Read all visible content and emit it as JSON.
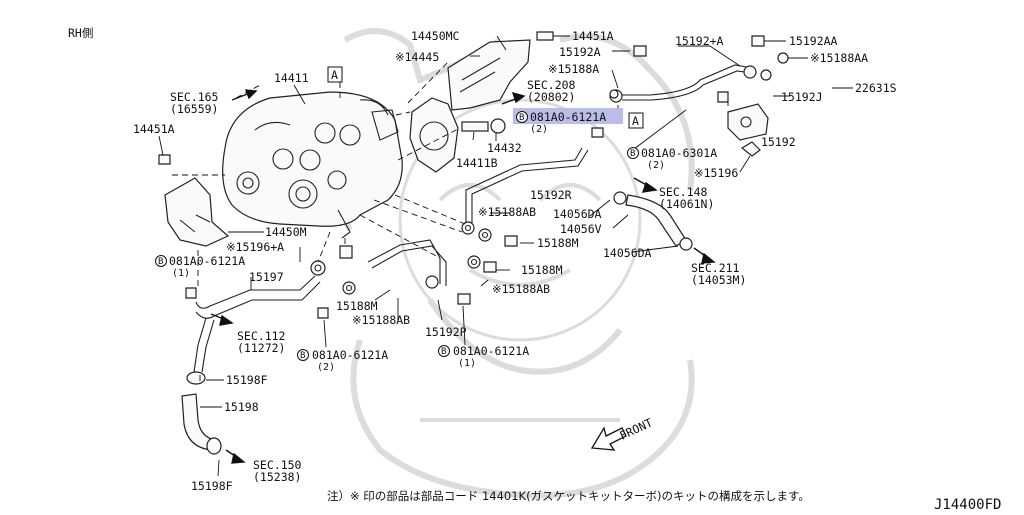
{
  "header": {
    "side": "RH側"
  },
  "ref_letters": {
    "a": "A",
    "b": "B"
  },
  "labels": {
    "p14450MC": "14450MC",
    "p14451A_top": "14451A",
    "p15192A": "15192A",
    "p15188A": "※15188A",
    "p15192pA": "15192+A",
    "p15192AA": "15192AA",
    "p15188AA": "※15188AA",
    "p22631S": "22631S",
    "p15192J": "15192J",
    "p14445": "※14445",
    "p14411": "14411",
    "sec208": "SEC.208",
    "sec208n": "(20802)",
    "hl_code": "081A0-6121A",
    "hl_qty": "(2)",
    "p14432": "14432",
    "p14411B": "14411B",
    "sec165": "SEC.165",
    "sec165n": "(16559)",
    "p14451A_left": "14451A",
    "b6301": "081A0-6301A",
    "b6301q": "(2)",
    "p15192": "15192",
    "p15196": "※15196",
    "p15192R": "15192R",
    "sec148": "SEC.148",
    "sec148n": "(14061N)",
    "p15188AB_a": "※15188AB",
    "p14056DA_a": "14056DA",
    "p15188M_a": "15188M",
    "p14056V": "14056V",
    "p14056DA_b": "14056DA",
    "p14450M": "14450M",
    "p15196A": "※15196+A",
    "b6121_1": "081A0-6121A",
    "b6121_1q": "(1)",
    "p15197": "15197",
    "p15188M_b": "15188M",
    "sec211": "SEC.211",
    "sec211n": "(14053M)",
    "p15188AB_b": "※15188AB",
    "p15188M_c": "15188M",
    "p15188AB_c": "※15188AB",
    "sec112": "SEC.112",
    "sec112n": "(11272)",
    "p15192P": "15192P",
    "b6121_2": "081A0-6121A",
    "b6121_2q": "(2)",
    "b6121_3": "081A0-6121A",
    "b6121_3q": "(1)",
    "p15198F_a": "15198F",
    "p15198": "15198",
    "front": "FRONT",
    "sec150": "SEC.150",
    "sec150n": "(15238)",
    "p15198F_b": "15198F"
  },
  "footer": {
    "note": "注）※ 印の部品は部品コード 14401K(ガスケットキットターボ)のキットの構成を示します。",
    "code": "J14400FD"
  }
}
